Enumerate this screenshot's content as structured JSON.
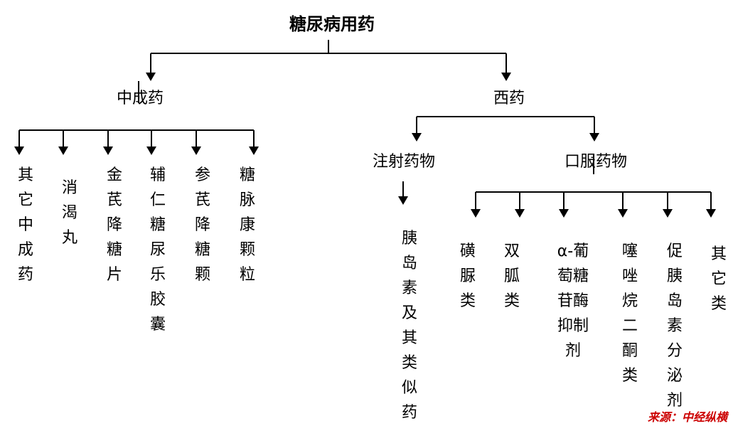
{
  "title": "糖尿病用药",
  "branches": {
    "tcm": {
      "label": "中成药",
      "items": [
        "其它中成药",
        "消渴丸",
        "金芪降糖片",
        "辅仁糖尿乐胶囊",
        "参芪降糖颗",
        "糖脉康颗粒"
      ]
    },
    "western": {
      "label": "西药",
      "injection": {
        "label": "注射药物",
        "items": [
          "胰岛素及其类似药"
        ]
      },
      "oral": {
        "label": "口服药物",
        "items": [
          "磺脲类",
          "双胍类",
          "α-葡萄糖苷酶抑制剂",
          "噻唑烷二酮类",
          "促胰岛素分泌剂",
          "其它类"
        ]
      }
    }
  },
  "source": "来源：中经纵横",
  "colors": {
    "line": "#000000",
    "source": "#cc0000"
  }
}
